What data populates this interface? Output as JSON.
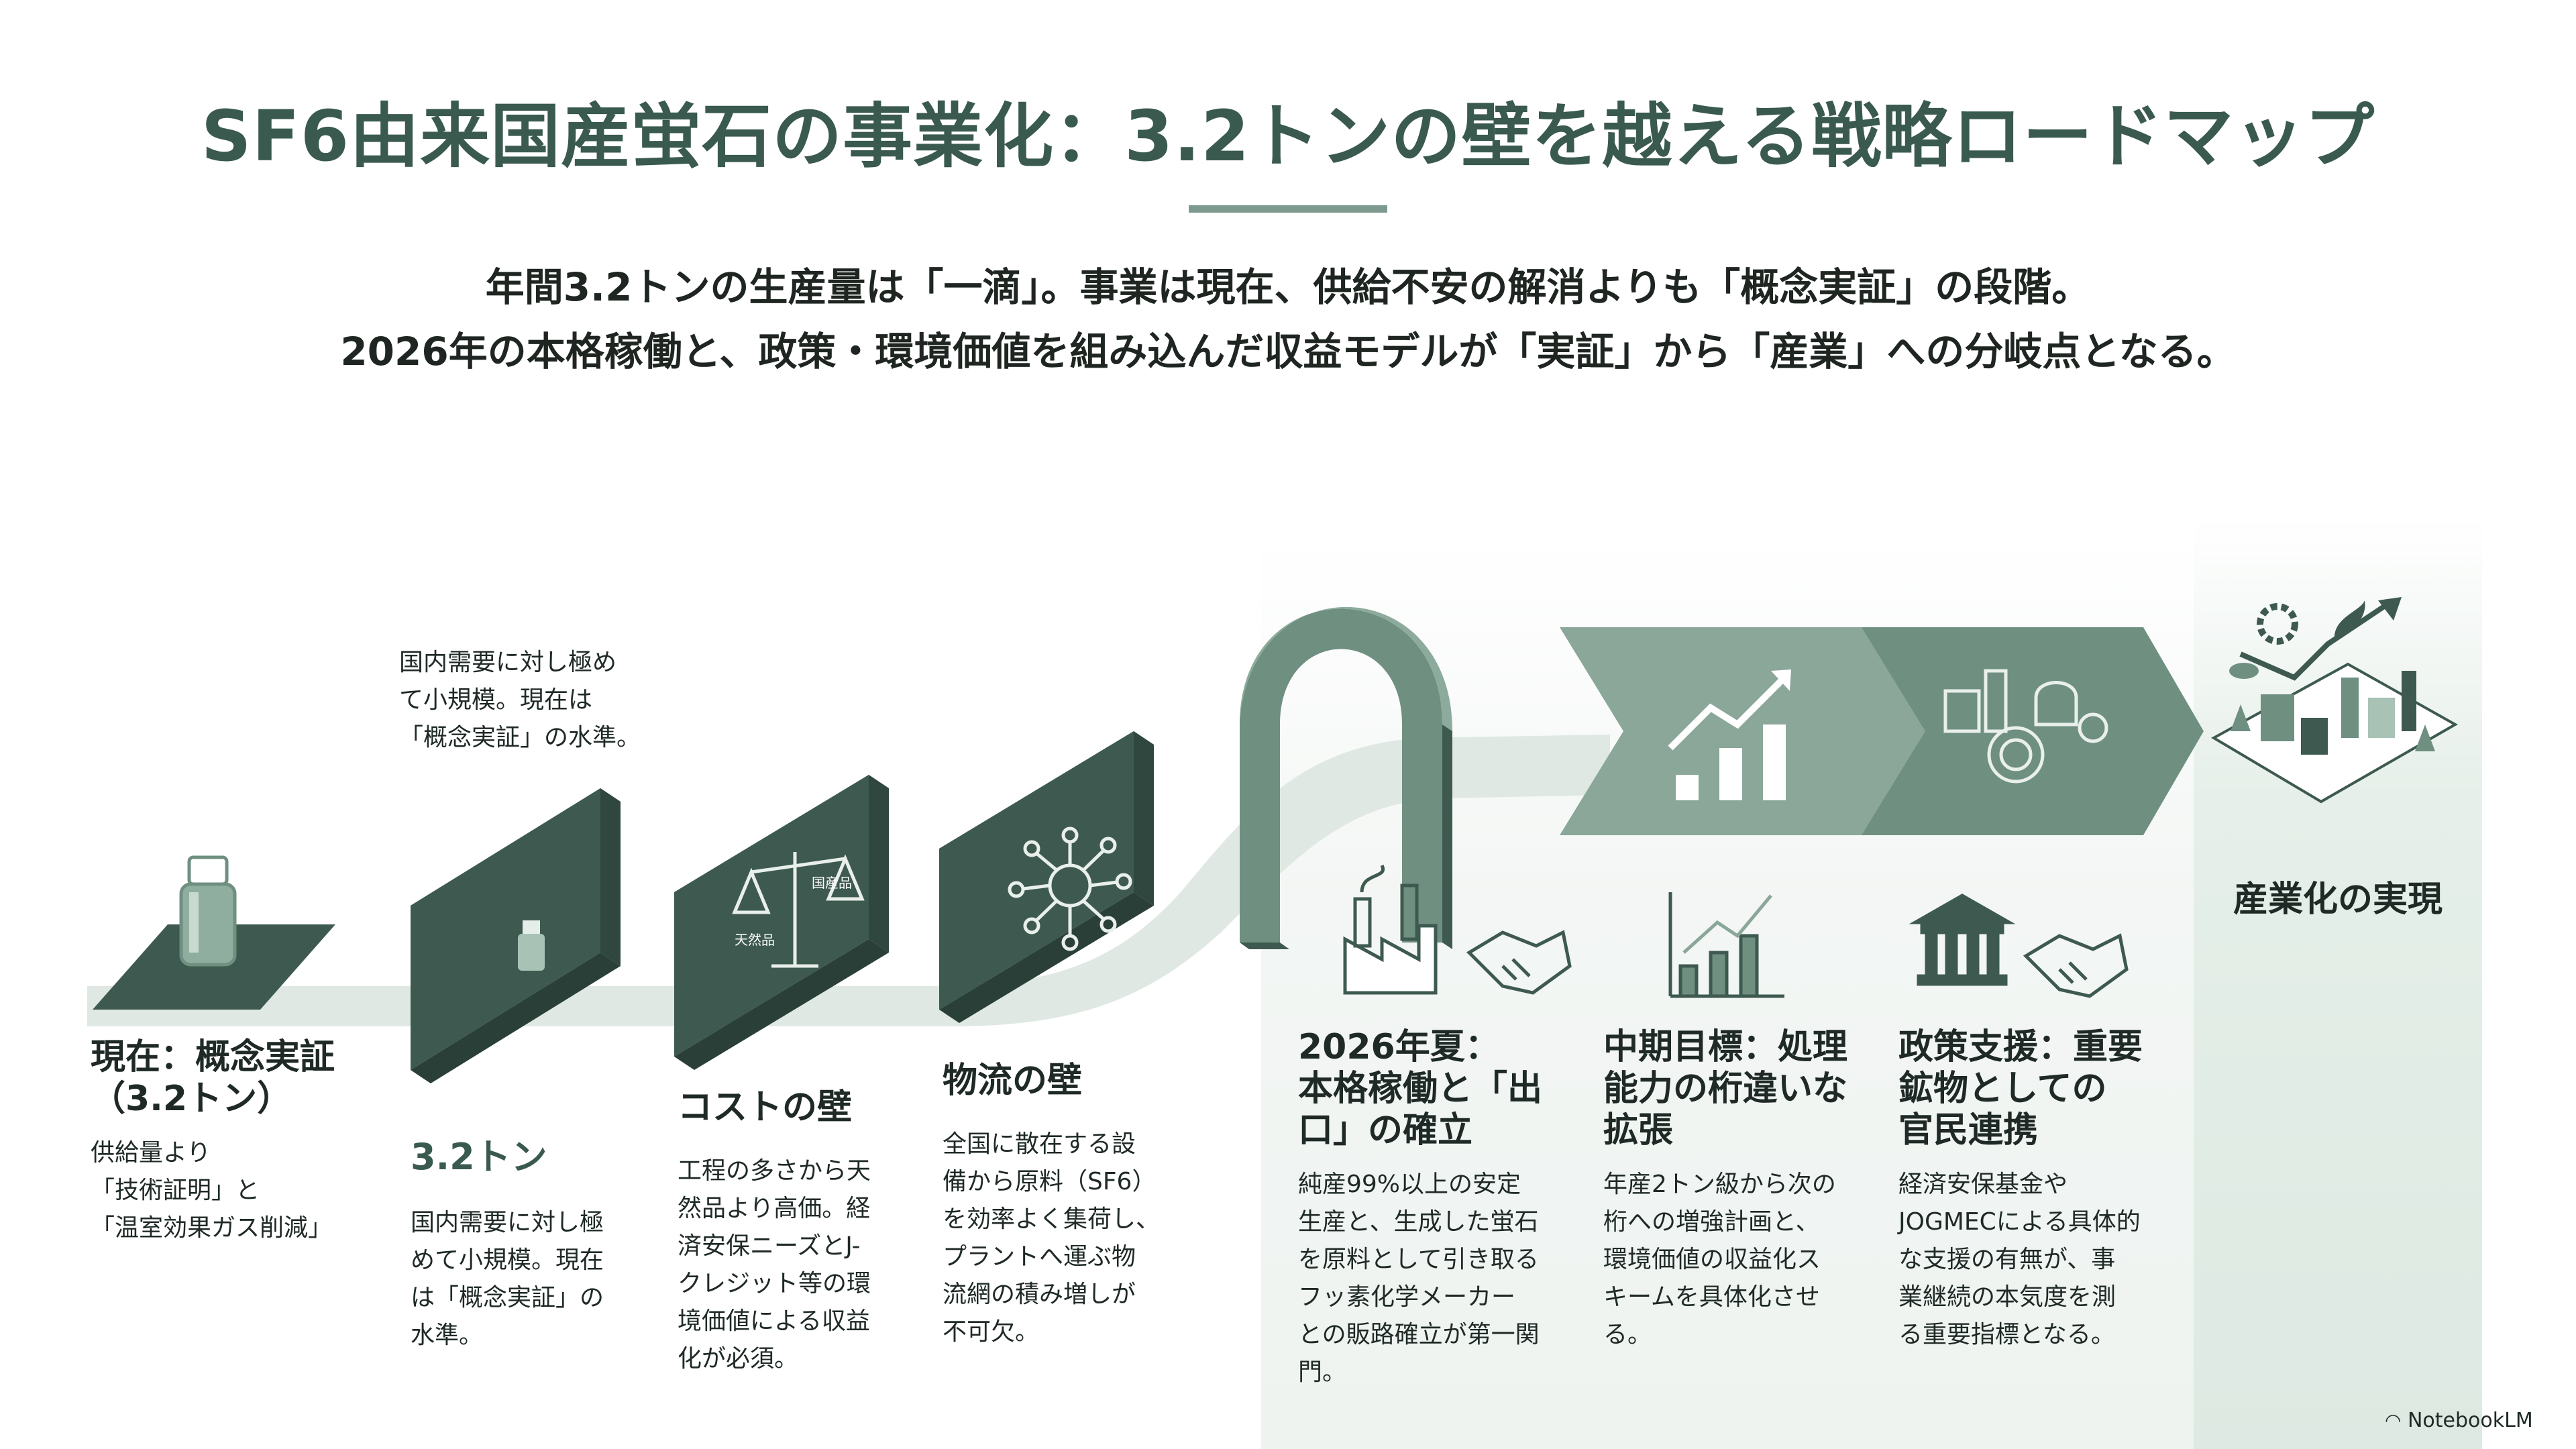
{
  "title": "SF6由来国産蛍石の事業化：3.2トンの壁を越える戦略ロードマップ",
  "subtitle_lines": [
    "年間3.2トンの生産量は「一滴」。事業は現在、供給不安の解消よりも「概念実証」の段階。",
    "2026年の本格稼働と、政策・環境価値を組み込んだ収益モデルが「実証」から「産業」への分岐点となる。"
  ],
  "colors": {
    "dark_green": "#3e5a50",
    "mid_green": "#6f8f81",
    "light_green": "#a9c2b6",
    "path": "#dbe5df",
    "title": "#3a5a4f"
  },
  "steps": [
    {
      "heading_lines": [
        "現在：概念実証",
        "（3.2トン）"
      ],
      "body_lines": [
        "供給量より",
        "「技術証明」と",
        "「温室効果ガス削減」"
      ],
      "icon": "bottle-icon"
    },
    {
      "heading": "3.2トン",
      "note_lines": [
        "国内需要に対し極め",
        "て小規模。現在は",
        "「概念実証」の水準。"
      ],
      "body_lines": [
        "国内需要に対し極",
        "めて小規模。現在",
        "は「概念実証」の",
        "水準。"
      ],
      "icon": "small-bottle-icon"
    },
    {
      "heading": "コストの壁",
      "body_lines": [
        "工程の多さから天",
        "然品より高価。経",
        "済安保ニーズとJ-",
        "クレジット等の環",
        "境価値による収益",
        "化が必須。"
      ],
      "icon": "scale-icon",
      "scale_labels": [
        "天然品",
        "国産品"
      ]
    },
    {
      "heading": "物流の壁",
      "body_lines": [
        "全国に散在する設",
        "備から原料（SF6）",
        "を効率よく集荷し、",
        "プラントへ運ぶ物",
        "流網の積み増しが",
        "不可欠。"
      ],
      "icon": "network-icon"
    },
    {
      "heading_lines": [
        "2026年夏：",
        "本格稼働と「出",
        "口」の確立"
      ],
      "body_lines": [
        "純産99%以上の安定",
        "生産と、生成した蛍石",
        "を原料として引き取る",
        "フッ素化学メーカー",
        "との販路確立が第一関",
        "門。"
      ],
      "icon": "factory-icon"
    },
    {
      "heading_lines": [
        "中期目標：処理",
        "能力の桁違いな",
        "拡張"
      ],
      "body_lines": [
        "年産2トン級から次の",
        "桁への増強計画と、",
        "環境価値の収益化ス",
        "キームを具体化させ",
        "る。"
      ],
      "icon": "growth-chart-icon"
    },
    {
      "heading_lines": [
        "政策支援：重要",
        "鉱物としての",
        "官民連携"
      ],
      "body_lines": [
        "経済安保基金や",
        "JOGMECによる具体的",
        "な支援の有無が、事",
        "業継続の本気度を測",
        "る重要指標となる。"
      ],
      "icon": "government-icon"
    }
  ],
  "goal_label": "産業化の実現",
  "brand": "NotebookLM"
}
